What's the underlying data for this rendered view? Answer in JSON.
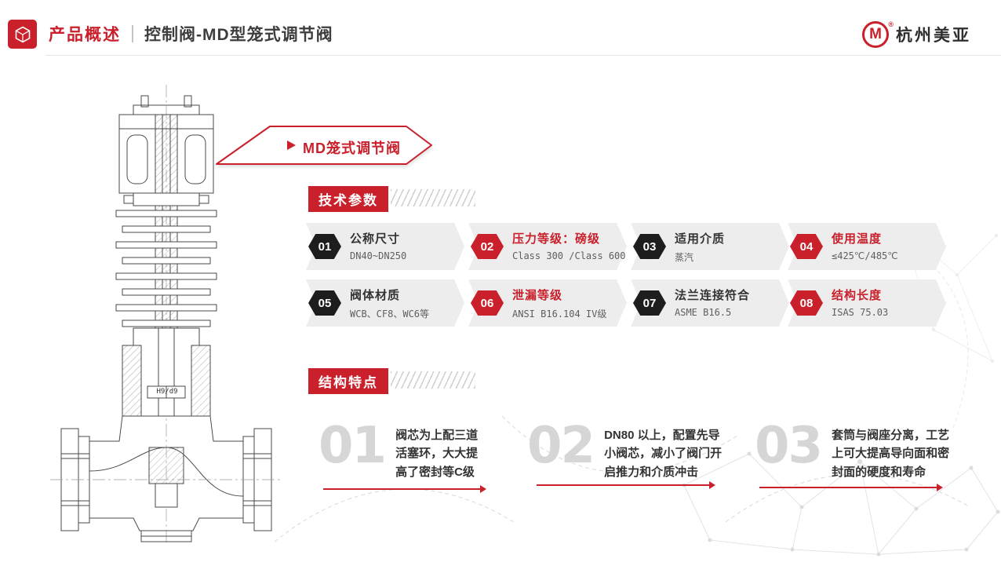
{
  "colors": {
    "accent": "#c9202b",
    "dark_text": "#333333",
    "panel_gray": "#ededed",
    "badge_dark": "#1d1d1d",
    "feature_number_gray": "#d6d6d6"
  },
  "header": {
    "title": "产品概述",
    "subtitle": "控制阀-MD型笼式调节阀",
    "brand_letter": "M",
    "brand_reg": "®",
    "brand_name": "杭州美亚"
  },
  "ribbon": {
    "label": "MD笼式调节阀"
  },
  "sections": {
    "tech": "技术参数",
    "features": "结构特点"
  },
  "params": [
    {
      "num": "01",
      "title": "公称尺寸",
      "value": "DN40~DN250",
      "accent": false
    },
    {
      "num": "02",
      "title": "压力等级：磅级",
      "value": "Class 300 /Class 600",
      "accent": true
    },
    {
      "num": "03",
      "title": "适用介质",
      "value": "蒸汽",
      "accent": false
    },
    {
      "num": "04",
      "title": "使用温度",
      "value": "≤425℃/485℃",
      "accent": true
    },
    {
      "num": "05",
      "title": "阀体材质",
      "value": "WCB、CF8、WC6等",
      "accent": false
    },
    {
      "num": "06",
      "title": "泄漏等级",
      "value": "ANSI B16.104 IV级",
      "accent": true
    },
    {
      "num": "07",
      "title": "法兰连接符合",
      "value": "ASME B16.5",
      "accent": false
    },
    {
      "num": "08",
      "title": "结构长度",
      "value": "ISAS 75.03",
      "accent": true
    }
  ],
  "features": [
    {
      "num": "01",
      "text": "阀芯为上配三道活塞环，大大提高了密封等C级"
    },
    {
      "num": "02",
      "text": "DN80 以上，配置先导小阀芯，减小了阀门开启推力和介质冲击"
    },
    {
      "num": "03",
      "text": "套筒与阀座分离，工艺上可大提高导向面和密封面的硬度和寿命"
    }
  ],
  "drawing": {
    "tolerance_label": "H9/d9"
  }
}
